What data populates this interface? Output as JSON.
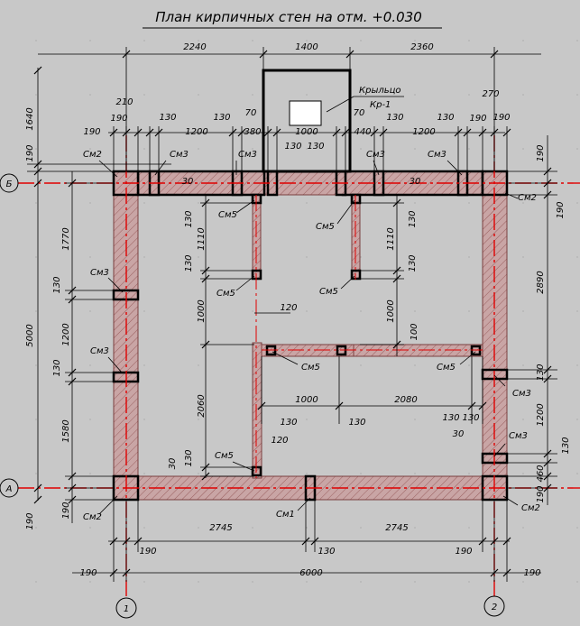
{
  "title": "План кирпичных стен на отм. +0.030",
  "porch": {
    "name": "Крыльцо",
    "code": "Кр-1"
  },
  "axes": {
    "rows": [
      "Б",
      "А"
    ],
    "cols": [
      "1",
      "2"
    ]
  },
  "dims": {
    "top_row1": [
      "2240",
      "1400",
      "2360"
    ],
    "top_row2": [
      "210",
      "270"
    ],
    "top_row3": [
      "190",
      "190",
      "130",
      "1200",
      "130",
      "70",
      "380",
      "1000",
      "70",
      "440",
      "130",
      "1200",
      "130",
      "190",
      "190"
    ],
    "top_row4": [
      "130",
      "130"
    ],
    "left_outer": [
      "1640",
      "190",
      "5000",
      "190"
    ],
    "left_inner": [
      "1770",
      "130",
      "1200",
      "130",
      "1580",
      "190"
    ],
    "right": [
      "190",
      "190",
      "2890",
      "130",
      "1200",
      "130",
      "460",
      "190"
    ],
    "inner_left": [
      "130",
      "1110",
      "130",
      "1000",
      "2060",
      "130",
      "30",
      "30",
      "120"
    ],
    "inner_right": [
      "130",
      "1110",
      "130",
      "1000",
      "100",
      "30"
    ],
    "middle": [
      "1000",
      "2080",
      "130",
      "130",
      "120",
      "130",
      "130",
      "30"
    ],
    "bottom_row1": [
      "190",
      "2745",
      "130",
      "2745",
      "190"
    ],
    "bottom_row2": [
      "190",
      "6000",
      "190"
    ]
  },
  "marks": {
    "sm2": "См2",
    "sm3": "См3",
    "sm5": "См5",
    "sm1": "См1"
  },
  "colors": {
    "background": "#c8c8c8",
    "wall_fill": "#c9a5a5",
    "axis_red": "#e00000",
    "line": "#000000"
  }
}
